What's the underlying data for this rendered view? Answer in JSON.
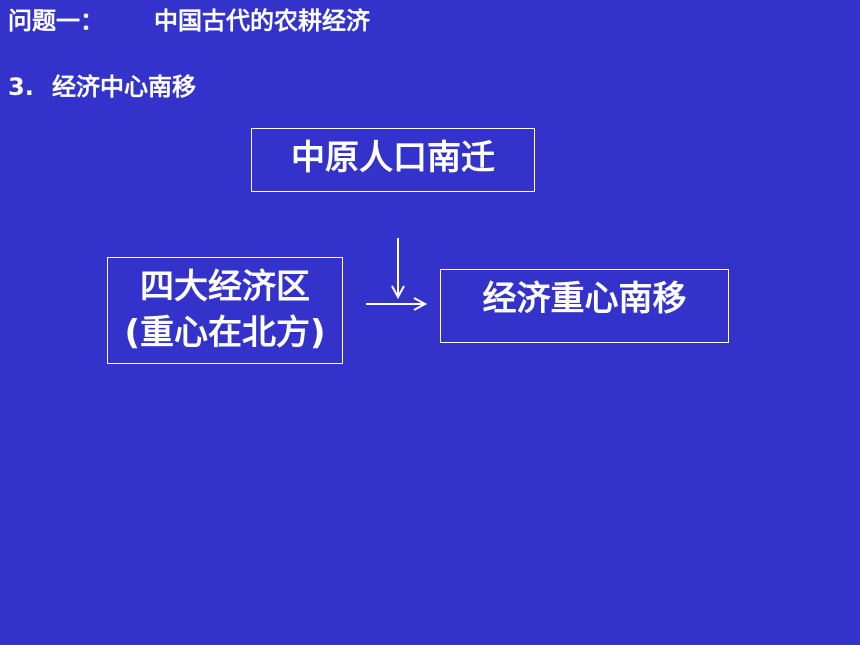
{
  "header": {
    "label": "问题一：",
    "title": "中国古代的农耕经济"
  },
  "section": {
    "number": "3.",
    "title": "经济中心南移"
  },
  "diagram": {
    "top_box": "中原人口南迁",
    "left_box_line1": "四大经济区",
    "left_box_line2": "(重心在北方)",
    "right_box": "经济重心南移"
  }
}
